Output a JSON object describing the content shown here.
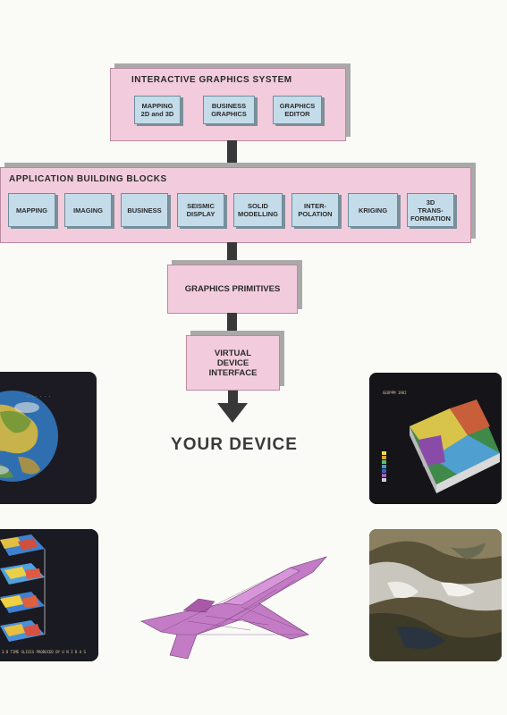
{
  "colors": {
    "box_fill": "#f2ccdc",
    "chip_fill": "#c4dcea",
    "connector": "#383838",
    "shadow": "#a9a9a9",
    "airplane": "#c27bc4"
  },
  "interactive_graphics_system": {
    "title": "INTERACTIVE  GRAPHICS  SYSTEM",
    "items": [
      "MAPPING\n2D and 3D",
      "BUSINESS\nGRAPHICS",
      "GRAPHICS\nEDITOR"
    ]
  },
  "application_building_blocks": {
    "title": "APPLICATION   BUILDING  BLOCKS",
    "items": [
      "MAPPING",
      "IMAGING",
      "BUSINESS",
      "SEISMIC\nDISPLAY",
      "SOLID\nMODELLING",
      "INTER-\nPOLATION",
      "KRIGING",
      "3D\nTRANS-\nFORMATION"
    ]
  },
  "graphics_primitives": {
    "label": "GRAPHICS PRIMITIVES"
  },
  "virtual_device_interface": {
    "label": "VIRTUAL\nDEVICE\nINTERFACE"
  },
  "your_device": {
    "label": "YOUR DEVICE"
  },
  "images": {
    "globe": {
      "icon": "globe-image"
    },
    "terrain_3d": {
      "icon": "terrain-surface-image",
      "header": "GEOPPM  1982"
    },
    "slices": {
      "icon": "stacked-slices-image",
      "caption": "3-D TIME SLICES PRODUCED BY U N I R A S"
    },
    "airplane": {
      "icon": "wireframe-airplane-image"
    },
    "satellite": {
      "icon": "satellite-terrain-image"
    }
  }
}
